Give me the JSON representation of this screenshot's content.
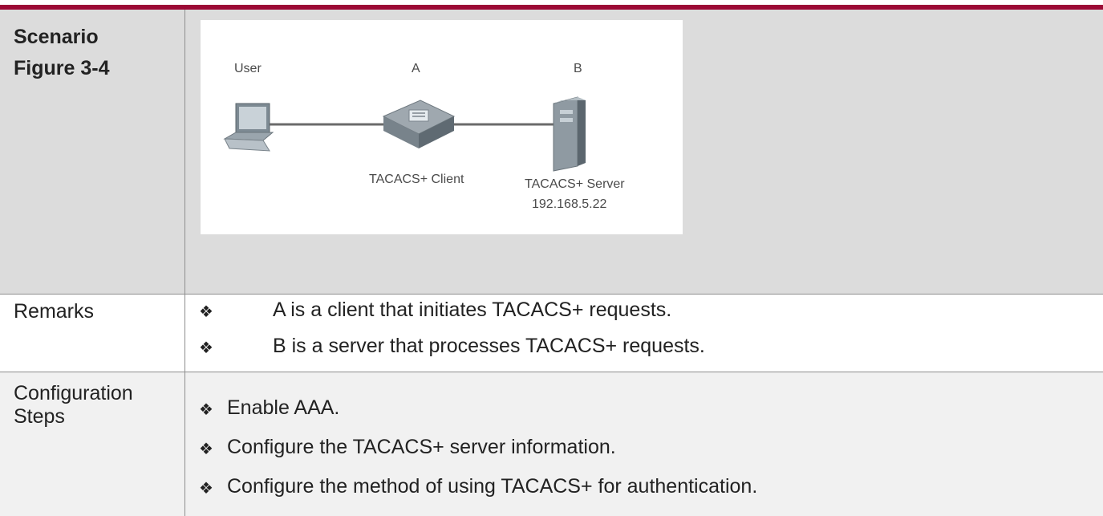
{
  "scenario": {
    "title": "Scenario",
    "figure_ref": "Figure 3-4"
  },
  "figure": {
    "user_label": "User",
    "a_label": "A",
    "b_label": "B",
    "client_label": "TACACS+ Client",
    "server_label": "TACACS+ Server",
    "server_ip": "192.168.5.22"
  },
  "remarks": {
    "label": "Remarks",
    "items": [
      "A is a client that initiates TACACS+ requests.",
      "B is a server that processes TACACS+ requests."
    ]
  },
  "config": {
    "label_line1": "Configuration",
    "label_line2": "Steps",
    "items": [
      "Enable AAA.",
      "Configure the TACACS+ server information.",
      "Configure the method of using TACACS+ for authentication."
    ]
  },
  "bullet_symbol": "❖",
  "colors": {
    "top_border": "#9c0a36",
    "row_scenario_bg": "#dcdcdc",
    "row_steps_bg": "#f1f1f1",
    "grid_line": "#8d8d8d"
  }
}
